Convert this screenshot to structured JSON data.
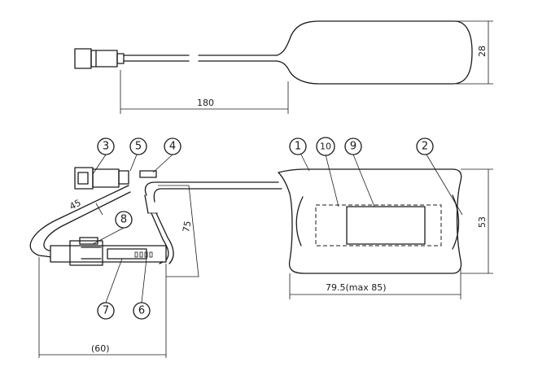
{
  "dimensions": {
    "top_length": "180",
    "top_height": "28",
    "bottom_width": "79.5(max 85)",
    "bottom_height": "53",
    "lead_a": "45",
    "lead_b": "75",
    "lead_c": "(60)"
  },
  "callouts": [
    "1",
    "2",
    "3",
    "4",
    "5",
    "6",
    "7",
    "8",
    "9",
    "10"
  ]
}
